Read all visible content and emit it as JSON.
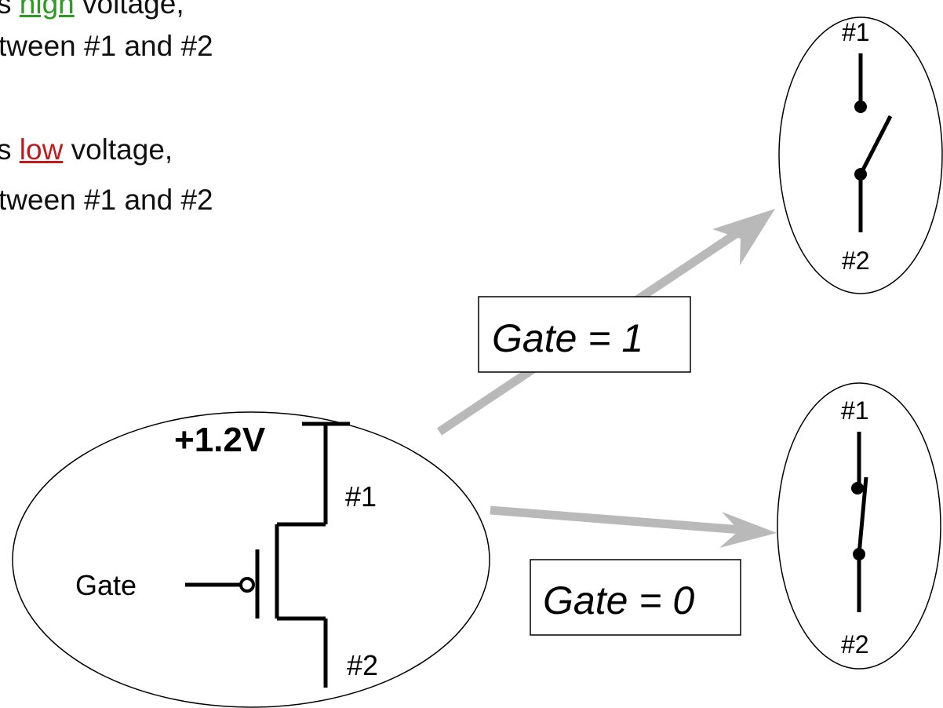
{
  "text": {
    "line1_prefix": "s ",
    "line1_keyword": "high",
    "line1_suffix": " voltage,",
    "line2": "tween #1 and #2",
    "line3_prefix": "s ",
    "line3_keyword": "low",
    "line3_suffix": " voltage,",
    "line4": "tween #1 and #2"
  },
  "transistor": {
    "supply": "+1.2V",
    "terminal1": "#1",
    "terminal2": "#2",
    "gate": "Gate"
  },
  "labels": {
    "gate_one": "Gate = 1",
    "gate_zero": "Gate = 0"
  },
  "switch_open": {
    "top": "#1",
    "bottom": "#2"
  },
  "switch_closed": {
    "top": "#1",
    "bottom": "#2"
  },
  "colors": {
    "high": "#2a9d1f",
    "low": "#c21a1a",
    "arrow": "#b9b9b9",
    "ink": "#000000"
  }
}
